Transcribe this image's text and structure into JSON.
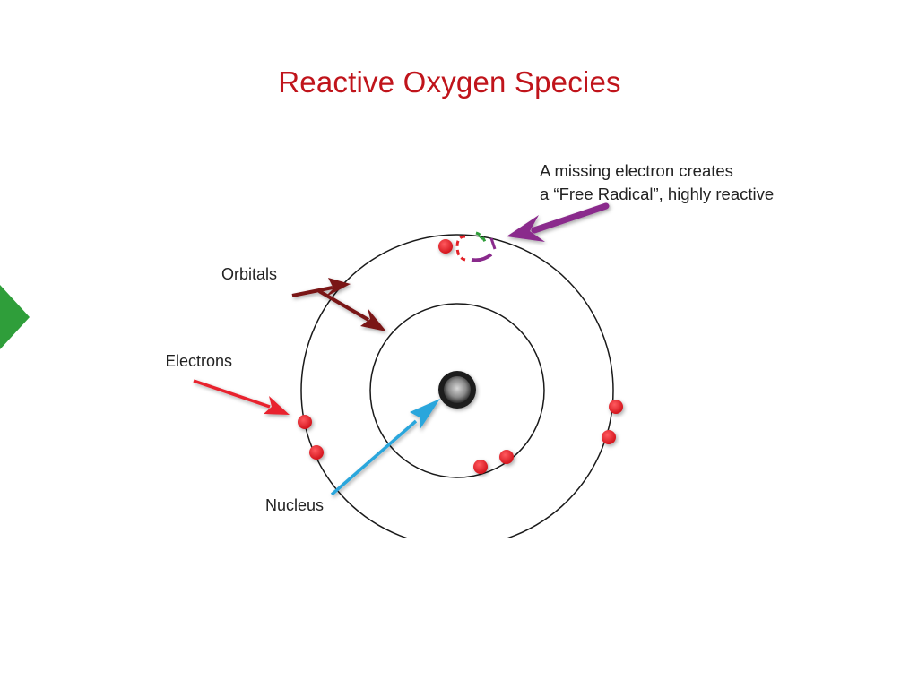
{
  "slide": {
    "title": "Reactive Oxygen Species"
  },
  "diagram": {
    "labels": {
      "missing_line1": "A missing electron creates",
      "missing_line2": "a “Free Radical”, highly reactive",
      "orbitals": "Orbitals",
      "electrons": "Electrons",
      "nucleus": "Nucleus"
    },
    "colors": {
      "title": "#c0141b",
      "nav_arrow": "#2f9e3a",
      "electron": "#e32128",
      "orbital_arrow": "#7a1418",
      "electron_arrow": "#e8242d",
      "nucleus_arrow": "#2aa6dc",
      "missing_arrow": "#8a2a8c"
    }
  }
}
